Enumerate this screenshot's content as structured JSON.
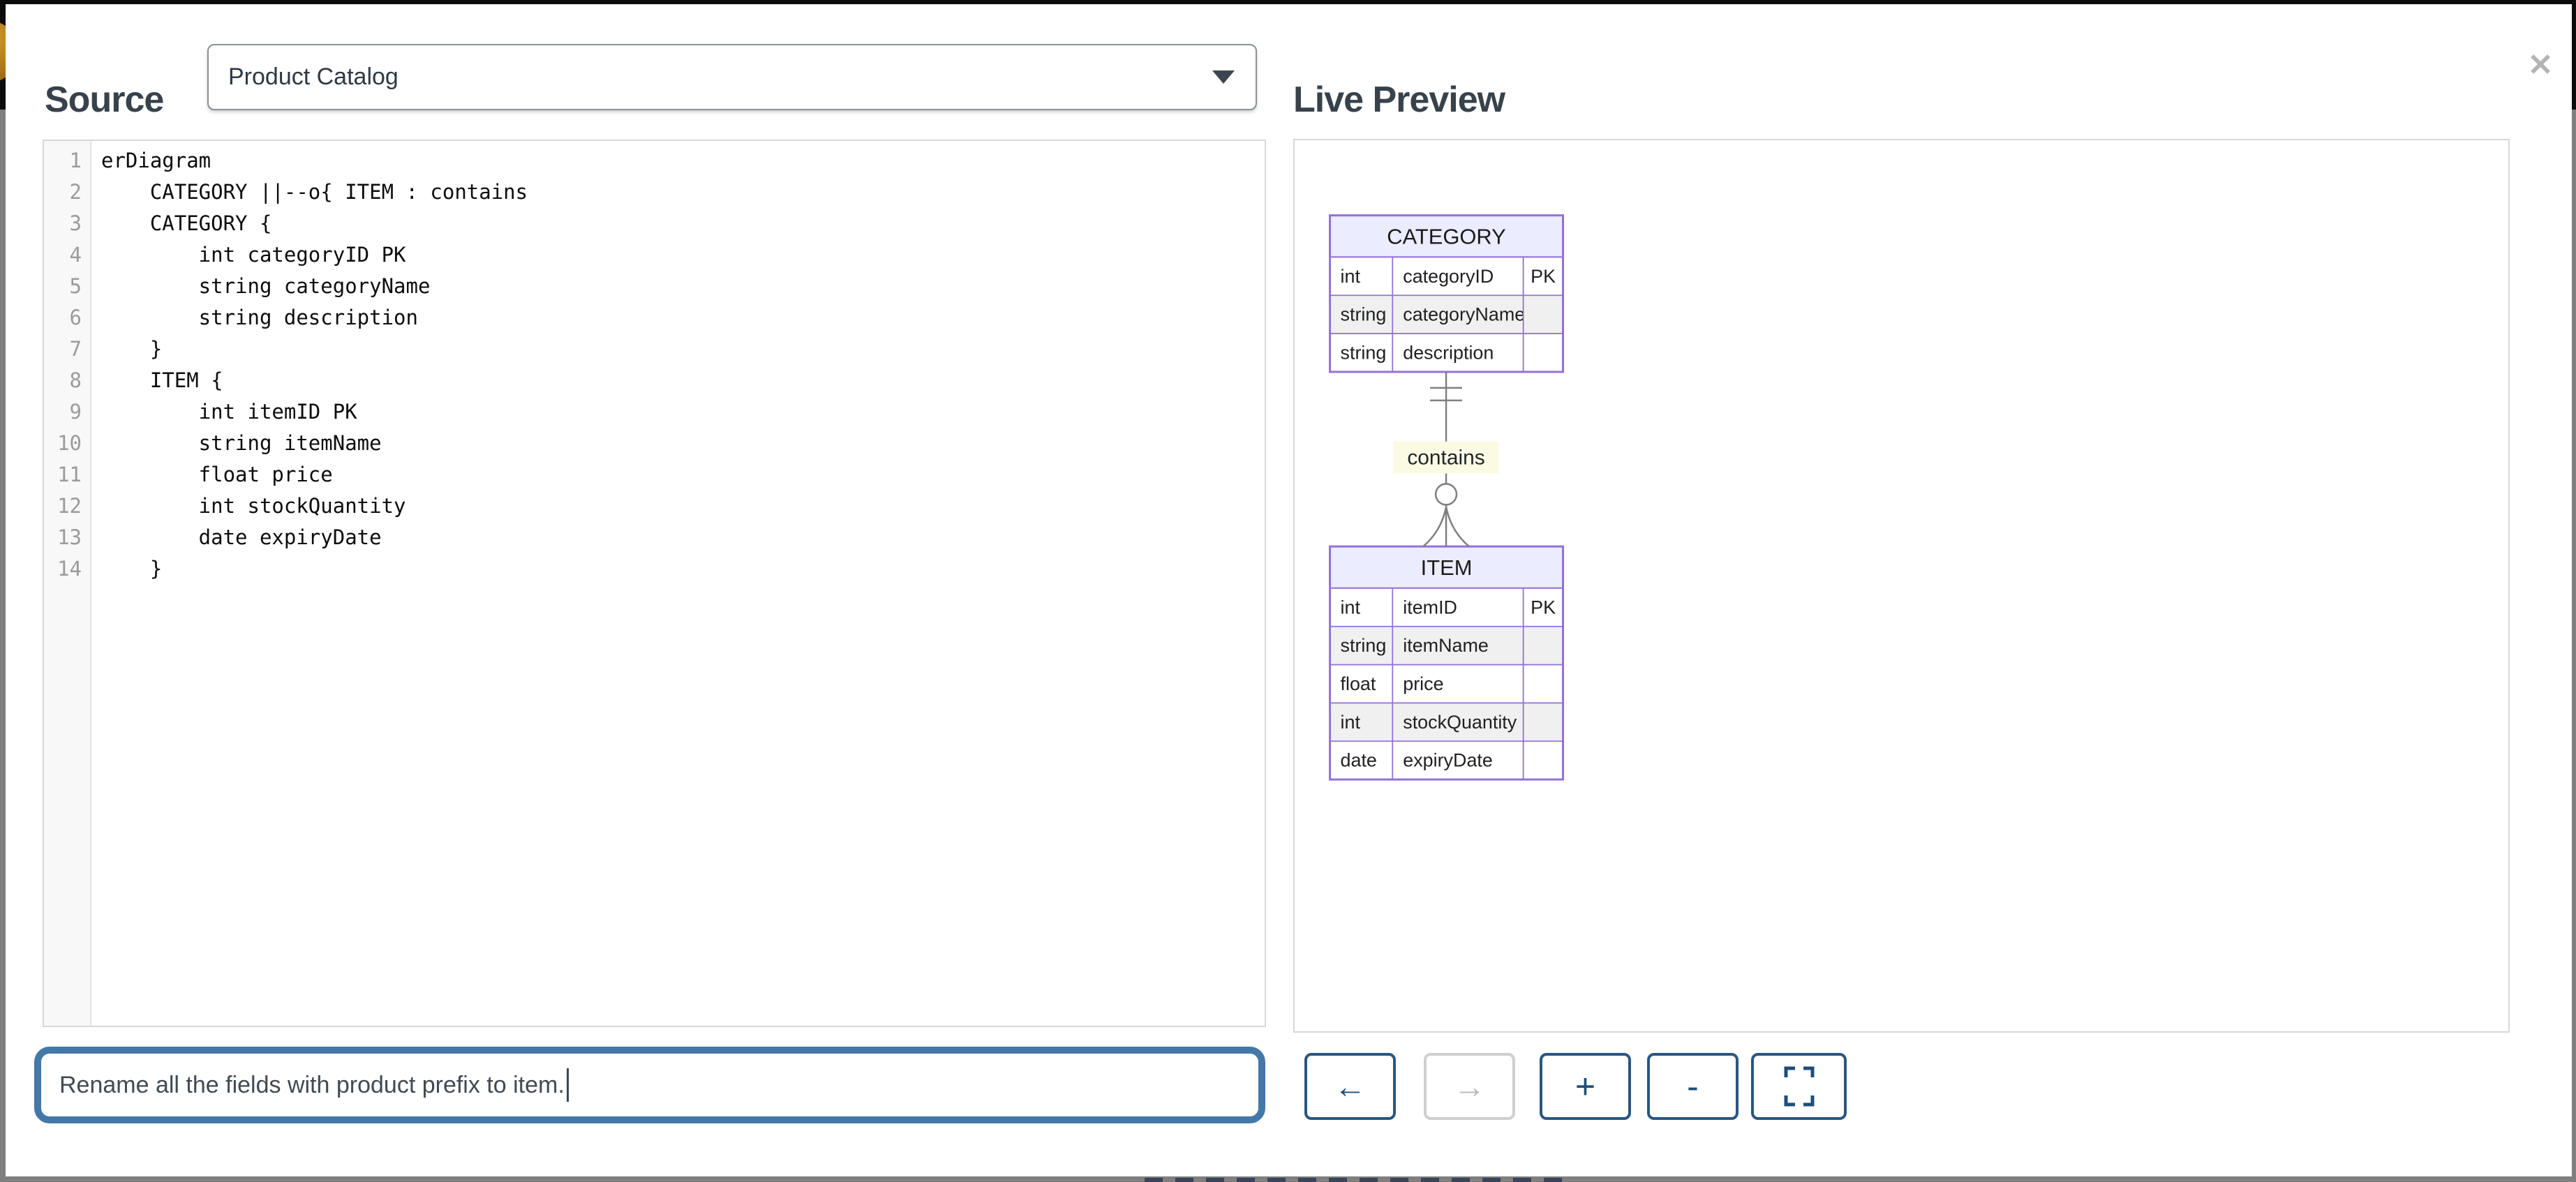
{
  "header": {
    "source_label": "Source",
    "preview_label": "Live Preview",
    "close_icon": "✕"
  },
  "source_select": {
    "value": "Product Catalog"
  },
  "editor": {
    "lines": [
      "erDiagram",
      "    CATEGORY ||--o{ ITEM : contains",
      "    CATEGORY {",
      "        int categoryID PK",
      "        string categoryName",
      "        string description",
      "    }",
      "    ITEM {",
      "        int itemID PK",
      "        string itemName",
      "        float price",
      "        int stockQuantity",
      "        date expiryDate",
      "    }"
    ]
  },
  "prompt_input": {
    "value": "Rename all the fields with product prefix to item."
  },
  "preview": {
    "diagram": {
      "type": "er",
      "entities": [
        {
          "name": "CATEGORY",
          "attributes": [
            {
              "type": "int",
              "name": "categoryID",
              "key": "PK"
            },
            {
              "type": "string",
              "name": "categoryName",
              "key": ""
            },
            {
              "type": "string",
              "name": "description",
              "key": ""
            }
          ]
        },
        {
          "name": "ITEM",
          "attributes": [
            {
              "type": "int",
              "name": "itemID",
              "key": "PK"
            },
            {
              "type": "string",
              "name": "itemName",
              "key": ""
            },
            {
              "type": "float",
              "name": "price",
              "key": ""
            },
            {
              "type": "int",
              "name": "stockQuantity",
              "key": ""
            },
            {
              "type": "date",
              "name": "expiryDate",
              "key": ""
            }
          ]
        }
      ],
      "relationship": {
        "from": "CATEGORY",
        "to": "ITEM",
        "label": "contains",
        "cardinality": "||--o{"
      }
    }
  },
  "toolbar": {
    "back_label": "←",
    "forward_label": "→",
    "zoom_in_label": "+",
    "zoom_out_label": "-"
  },
  "colors": {
    "purple": "#9370DB",
    "lavender": "#ECECFF",
    "row_alt": "#f0f0f0",
    "label_bg": "#fbfbe4",
    "line_gray": "#7f7f7f",
    "navy": "#1f4e79",
    "input_blue": "#4478a8"
  }
}
